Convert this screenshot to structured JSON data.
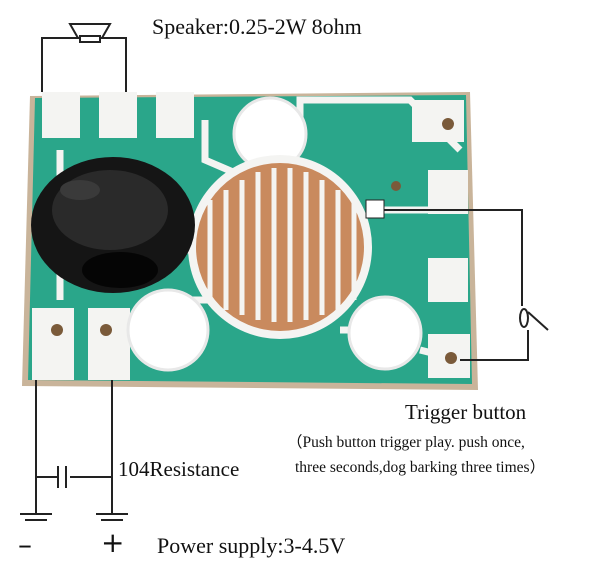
{
  "labels": {
    "speaker": "Speaker:0.25-2W 8ohm",
    "trigger_title": "Trigger button",
    "trigger_desc_line1": "（Push button trigger play. push once,",
    "trigger_desc_line2": "three seconds,dog barking three times）",
    "capacitor": "104Resistance",
    "power": "Power supply:3-4.5V",
    "minus": "–",
    "plus": "+"
  },
  "colors": {
    "board_green": "#2aa68a",
    "board_edge": "#c9b49a",
    "pad_white": "#f4f4f2",
    "copper": "#c98a5e",
    "blob_black": "#151515",
    "wire": "#222222"
  },
  "icons": [
    "speaker-icon",
    "switch-icon",
    "ground-icon",
    "capacitor-icon"
  ]
}
